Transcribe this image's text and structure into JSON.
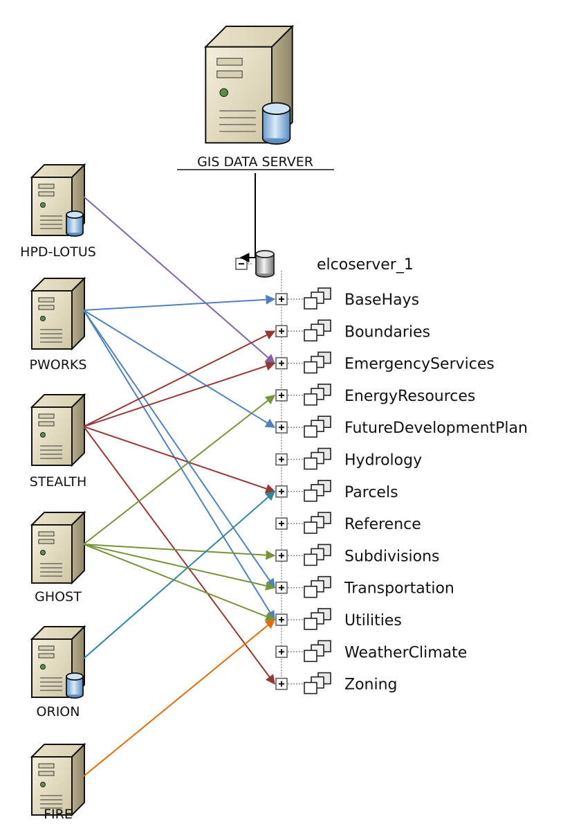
{
  "main_server": {
    "label": "GIS DATA SERVER",
    "icon": "database-server-icon"
  },
  "tree": {
    "root_label": "elcoserver_1",
    "root_icon": "database-icon",
    "items": [
      {
        "label": "BaseHays",
        "icon": "feature-dataset-icon"
      },
      {
        "label": "Boundaries",
        "icon": "feature-dataset-icon"
      },
      {
        "label": "EmergencyServices",
        "icon": "feature-dataset-icon"
      },
      {
        "label": "EnergyResources",
        "icon": "feature-dataset-icon"
      },
      {
        "label": "FutureDevelopmentPlan",
        "icon": "feature-dataset-icon"
      },
      {
        "label": "Hydrology",
        "icon": "feature-dataset-icon"
      },
      {
        "label": "Parcels",
        "icon": "feature-dataset-icon"
      },
      {
        "label": "Reference",
        "icon": "feature-dataset-icon"
      },
      {
        "label": "Subdivisions",
        "icon": "feature-dataset-icon"
      },
      {
        "label": "Transportation",
        "icon": "feature-dataset-icon"
      },
      {
        "label": "Utilities",
        "icon": "feature-dataset-icon"
      },
      {
        "label": "WeatherClimate",
        "icon": "feature-dataset-icon"
      },
      {
        "label": "Zoning",
        "icon": "feature-dataset-icon"
      }
    ]
  },
  "servers": [
    {
      "label": "HPD-LOTUS",
      "icon": "database-server-icon",
      "color": "#8064a2",
      "targets": [
        "EmergencyServices"
      ]
    },
    {
      "label": "PWORKS",
      "icon": "server-icon",
      "color": "#4f81bd",
      "targets": [
        "BaseHays",
        "FutureDevelopmentPlan",
        "Transportation",
        "Utilities"
      ]
    },
    {
      "label": "STEALTH",
      "icon": "server-icon",
      "color": "#953735",
      "targets": [
        "Boundaries",
        "EmergencyServices",
        "Parcels",
        "Zoning"
      ]
    },
    {
      "label": "GHOST",
      "icon": "server-icon",
      "color": "#77933c",
      "targets": [
        "EnergyResources",
        "Subdivisions",
        "Transportation",
        "Utilities"
      ]
    },
    {
      "label": "ORION",
      "icon": "database-server-icon",
      "color": "#31859c",
      "targets": [
        "Parcels"
      ]
    },
    {
      "label": "FIRE",
      "icon": "server-icon",
      "color": "#e46c0a",
      "targets": [
        "Utilities"
      ]
    }
  ],
  "main_link_color": "#000000"
}
